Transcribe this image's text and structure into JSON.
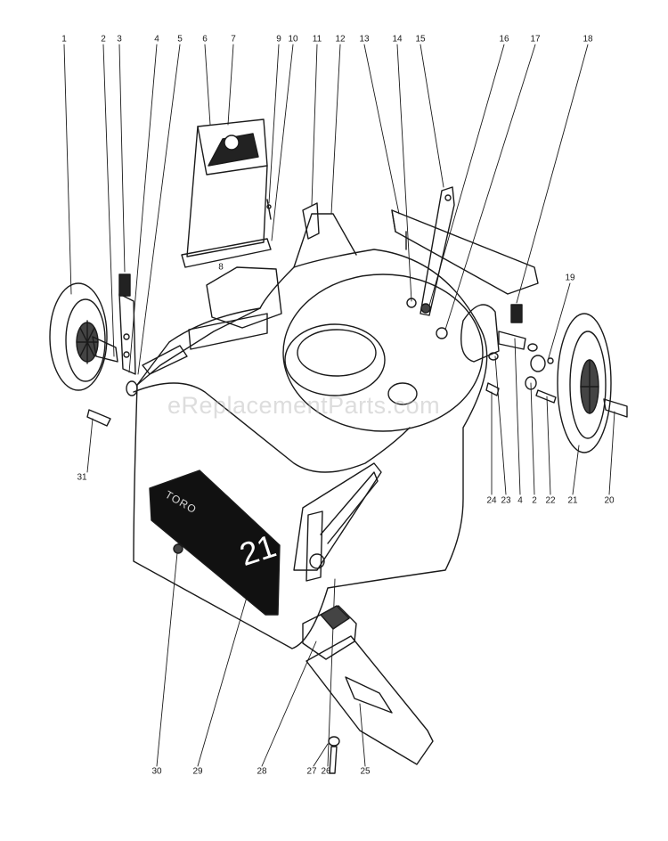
{
  "diagram": {
    "deck_number": "21",
    "deck_brand": "TORO",
    "watermark": "eReplacementParts.com",
    "callouts": [
      {
        "id": "1",
        "text": "1"
      },
      {
        "id": "2",
        "text": "2"
      },
      {
        "id": "3",
        "text": "3"
      },
      {
        "id": "4",
        "text": "4"
      },
      {
        "id": "5",
        "text": "5"
      },
      {
        "id": "6",
        "text": "6"
      },
      {
        "id": "7",
        "text": "7"
      },
      {
        "id": "8",
        "text": "8"
      },
      {
        "id": "9",
        "text": "9"
      },
      {
        "id": "10",
        "text": "10"
      },
      {
        "id": "11",
        "text": "11"
      },
      {
        "id": "12",
        "text": "12"
      },
      {
        "id": "13",
        "text": "13"
      },
      {
        "id": "14",
        "text": "14"
      },
      {
        "id": "15",
        "text": "15"
      },
      {
        "id": "16",
        "text": "16"
      },
      {
        "id": "17",
        "text": "17"
      },
      {
        "id": "18",
        "text": "18"
      },
      {
        "id": "19",
        "text": "19"
      },
      {
        "id": "20",
        "text": "20"
      },
      {
        "id": "21",
        "text": "21"
      },
      {
        "id": "22",
        "text": "22"
      },
      {
        "id": "2b",
        "text": "2"
      },
      {
        "id": "4b",
        "text": "4"
      },
      {
        "id": "23",
        "text": "23"
      },
      {
        "id": "24",
        "text": "24"
      },
      {
        "id": "31",
        "text": "31"
      },
      {
        "id": "30",
        "text": "30"
      },
      {
        "id": "29",
        "text": "29"
      },
      {
        "id": "28",
        "text": "28"
      },
      {
        "id": "27",
        "text": "27"
      },
      {
        "id": "26",
        "text": "26"
      },
      {
        "id": "25",
        "text": "25"
      }
    ]
  }
}
